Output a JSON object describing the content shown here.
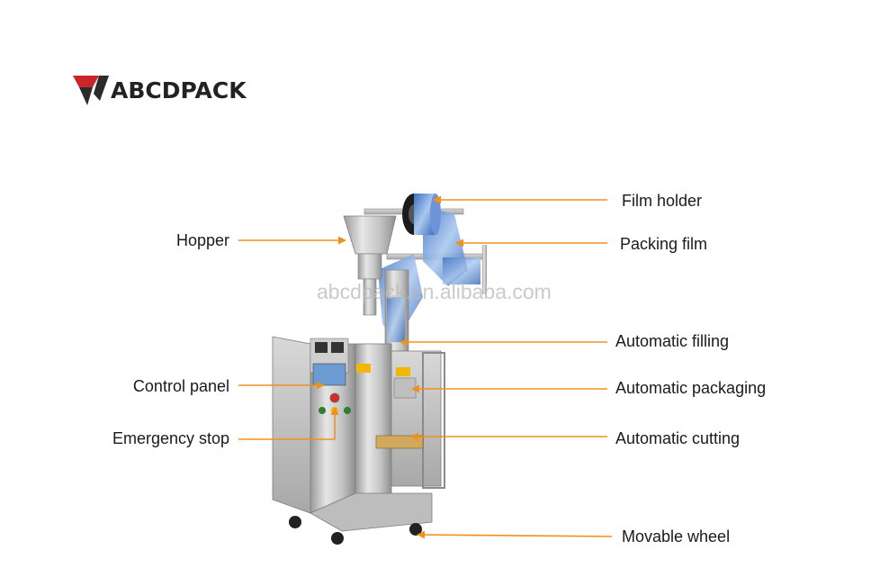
{
  "brand": {
    "name": "ABCDPACK",
    "colors": {
      "red": "#c8252c",
      "dark": "#2b2b2b"
    }
  },
  "watermark": "abcdpack.en.alibaba.com",
  "accent_color": "#f0901e",
  "labels": {
    "film_holder": "Film holder",
    "packing_film": "Packing film",
    "hopper": "Hopper",
    "automatic_filling": "Automatic filling",
    "control_panel": "Control panel",
    "automatic_packaging": "Automatic packaging",
    "emergency_stop": "Emergency stop",
    "automatic_cutting": "Automatic cutting",
    "movable_wheel": "Movable wheel"
  }
}
